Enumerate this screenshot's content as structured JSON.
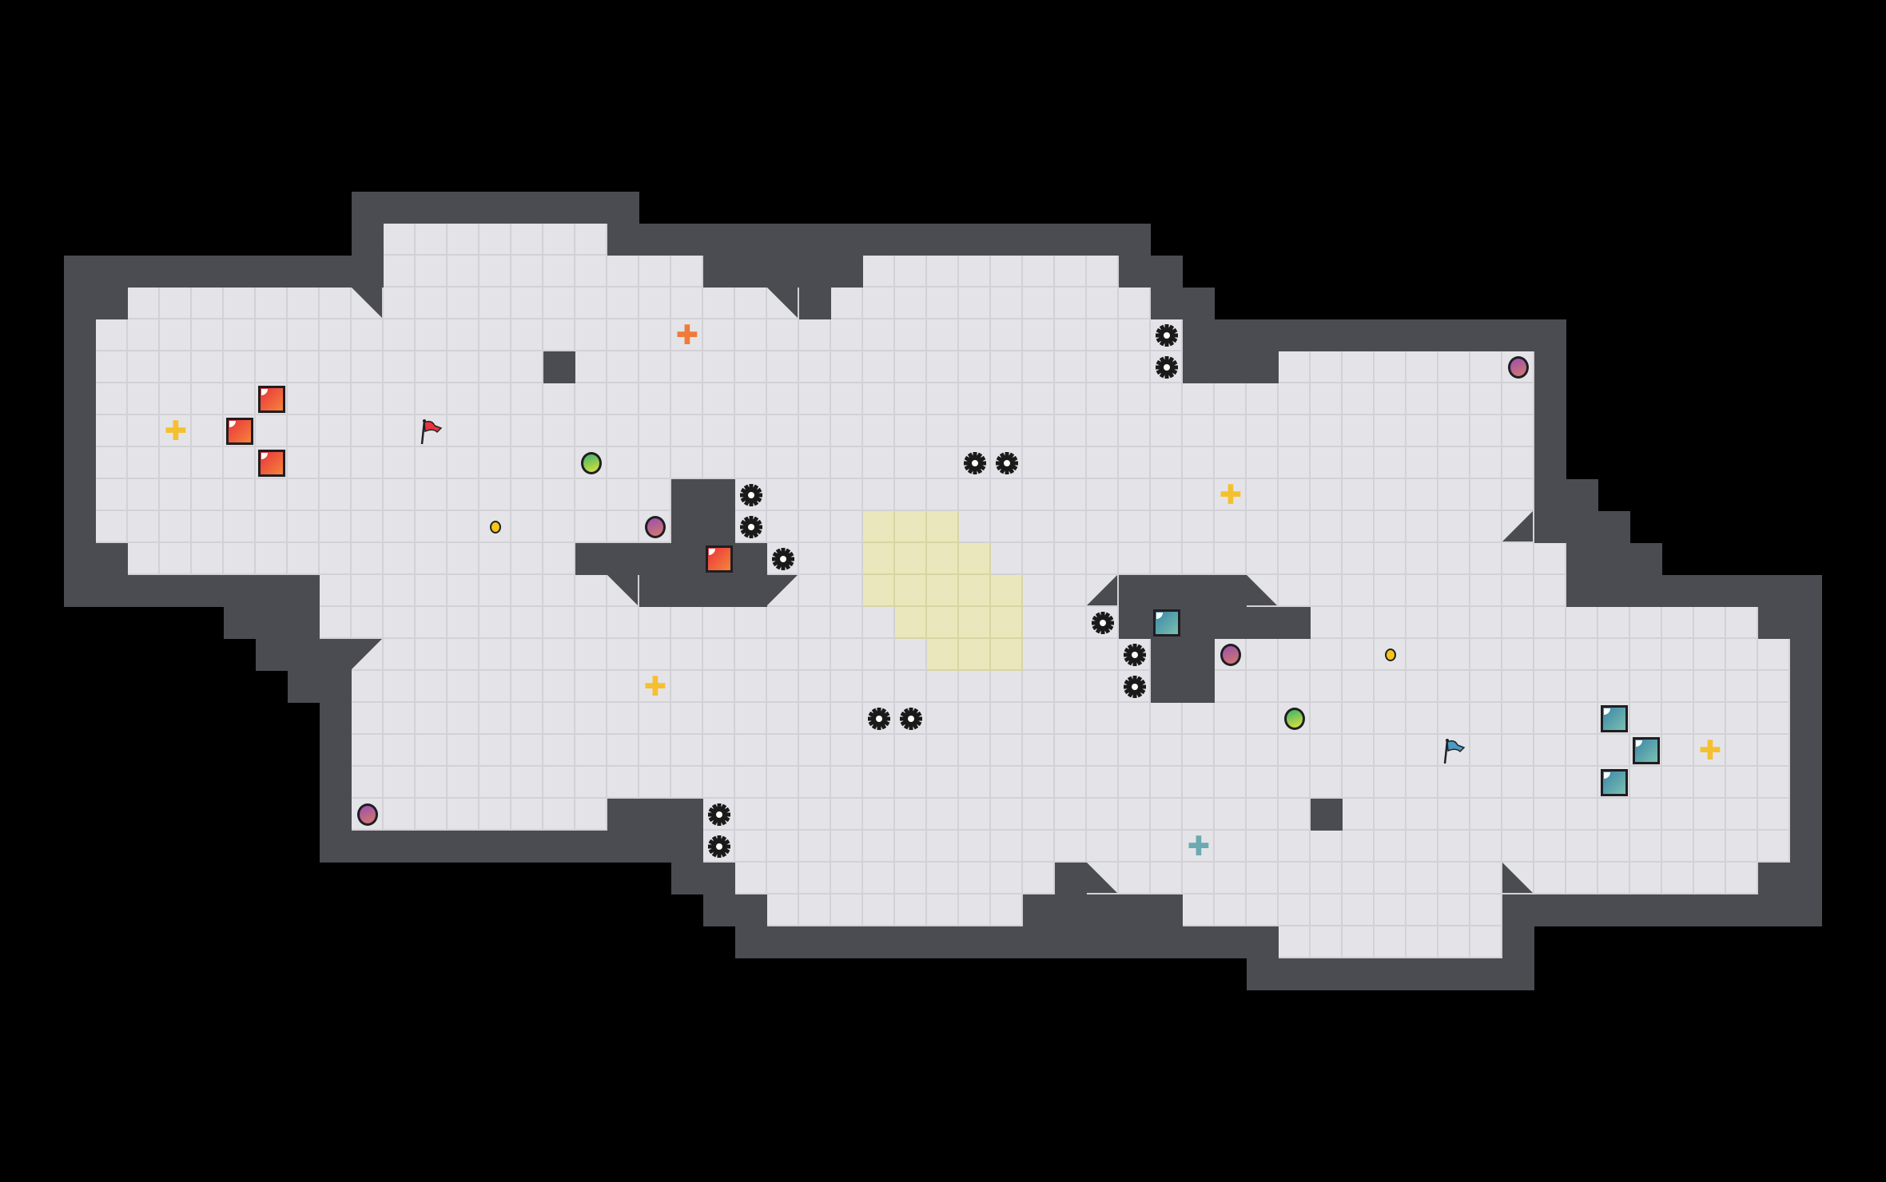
{
  "colors": {
    "wall": "#4b4b52",
    "floor": "#e4e4e8",
    "zone": "#e9e7bb",
    "red": "#e8343c",
    "blue": "#3a86a8",
    "boost_orange": "#f07a3a",
    "boost_yellow": "#f5c030",
    "boost_teal": "#6aaab0"
  },
  "map": {
    "rows": {
      "6": [
        [
          "W",
          11,
          19
        ]
      ],
      "7": [
        [
          "W",
          11,
          11
        ],
        [
          "F",
          12,
          18
        ],
        [
          "W",
          19,
          35
        ]
      ],
      "8": [
        [
          "W",
          2,
          11
        ],
        [
          "F",
          12,
          21
        ],
        [
          "W",
          22,
          26
        ],
        [
          "F",
          27,
          34
        ],
        [
          "W",
          35,
          36
        ]
      ],
      "9": [
        [
          "W",
          2,
          3
        ],
        [
          "F",
          4,
          10
        ],
        [
          "a",
          11,
          11
        ],
        [
          "F",
          12,
          23
        ],
        [
          "a",
          24,
          24
        ],
        [
          "W",
          25,
          25
        ],
        [
          "F",
          26,
          35
        ],
        [
          "W",
          36,
          37
        ]
      ],
      "10": [
        [
          "W",
          2,
          2
        ],
        [
          "F",
          3,
          36
        ],
        [
          "W",
          37,
          48
        ]
      ],
      "11": [
        [
          "W",
          2,
          2
        ],
        [
          "F",
          3,
          16
        ],
        [
          "W",
          17,
          17
        ],
        [
          "F",
          18,
          36
        ],
        [
          "W",
          37,
          39
        ],
        [
          "F",
          40,
          47
        ],
        [
          "W",
          48,
          48
        ]
      ],
      "12": [
        [
          "W",
          2,
          2
        ],
        [
          "F",
          3,
          47
        ],
        [
          "W",
          48,
          48
        ]
      ],
      "13": [
        [
          "W",
          2,
          2
        ],
        [
          "F",
          3,
          47
        ],
        [
          "W",
          48,
          48
        ]
      ],
      "14": [
        [
          "W",
          2,
          2
        ],
        [
          "F",
          3,
          47
        ],
        [
          "W",
          48,
          48
        ]
      ],
      "15": [
        [
          "W",
          2,
          2
        ],
        [
          "F",
          3,
          20
        ],
        [
          "W",
          21,
          22
        ],
        [
          "F",
          23,
          47
        ],
        [
          "W",
          48,
          49
        ]
      ],
      "16": [
        [
          "W",
          2,
          2
        ],
        [
          "F",
          3,
          20
        ],
        [
          "W",
          21,
          22
        ],
        [
          "F",
          23,
          26
        ],
        [
          "Y",
          27,
          29
        ],
        [
          "F",
          30,
          46
        ],
        [
          "b",
          47,
          47
        ],
        [
          "W",
          48,
          50
        ]
      ],
      "17": [
        [
          "W",
          2,
          3
        ],
        [
          "F",
          4,
          17
        ],
        [
          "W",
          18,
          23
        ],
        [
          "F",
          24,
          26
        ],
        [
          "Y",
          27,
          30
        ],
        [
          "F",
          31,
          48
        ],
        [
          "W",
          49,
          51
        ]
      ],
      "18": [
        [
          "W",
          2,
          9
        ],
        [
          "F",
          10,
          18
        ],
        [
          "a",
          19,
          19
        ],
        [
          "W",
          20,
          23
        ],
        [
          "c",
          24,
          24
        ],
        [
          "F",
          25,
          26
        ],
        [
          "Y",
          27,
          31
        ],
        [
          "F",
          32,
          33
        ],
        [
          "b",
          34,
          34
        ],
        [
          "W",
          35,
          38
        ],
        [
          "d",
          39,
          39
        ],
        [
          "F",
          40,
          48
        ],
        [
          "W",
          49,
          56
        ]
      ],
      "19": [
        [
          "W",
          7,
          9
        ],
        [
          "F",
          10,
          27
        ],
        [
          "Y",
          28,
          31
        ],
        [
          "F",
          32,
          34
        ],
        [
          "W",
          35,
          40
        ],
        [
          "F",
          41,
          54
        ],
        [
          "W",
          55,
          56
        ]
      ],
      "20": [
        [
          "W",
          8,
          10
        ],
        [
          "c",
          11,
          11
        ],
        [
          "F",
          12,
          28
        ],
        [
          "Y",
          29,
          31
        ],
        [
          "F",
          32,
          35
        ],
        [
          "W",
          36,
          37
        ],
        [
          "F",
          38,
          55
        ],
        [
          "W",
          56,
          56
        ]
      ],
      "21": [
        [
          "W",
          9,
          10
        ],
        [
          "F",
          11,
          35
        ],
        [
          "W",
          36,
          37
        ],
        [
          "F",
          38,
          55
        ],
        [
          "W",
          56,
          56
        ]
      ],
      "22": [
        [
          "W",
          10,
          10
        ],
        [
          "F",
          11,
          55
        ],
        [
          "W",
          56,
          56
        ]
      ],
      "23": [
        [
          "W",
          10,
          10
        ],
        [
          "F",
          11,
          55
        ],
        [
          "W",
          56,
          56
        ]
      ],
      "24": [
        [
          "W",
          10,
          10
        ],
        [
          "F",
          11,
          55
        ],
        [
          "W",
          56,
          56
        ]
      ],
      "25": [
        [
          "W",
          10,
          10
        ],
        [
          "F",
          11,
          18
        ],
        [
          "W",
          19,
          21
        ],
        [
          "F",
          22,
          40
        ],
        [
          "W",
          41,
          41
        ],
        [
          "F",
          42,
          55
        ],
        [
          "W",
          56,
          56
        ]
      ],
      "26": [
        [
          "W",
          10,
          21
        ],
        [
          "F",
          22,
          55
        ],
        [
          "W",
          56,
          56
        ]
      ],
      "27": [
        [
          "W",
          21,
          22
        ],
        [
          "F",
          23,
          32
        ],
        [
          "W",
          33,
          33
        ],
        [
          "d",
          34,
          34
        ],
        [
          "F",
          35,
          46
        ],
        [
          "d",
          47,
          47
        ],
        [
          "F",
          48,
          54
        ],
        [
          "W",
          55,
          56
        ]
      ],
      "28": [
        [
          "W",
          22,
          23
        ],
        [
          "F",
          24,
          31
        ],
        [
          "W",
          32,
          36
        ],
        [
          "F",
          37,
          46
        ],
        [
          "W",
          47,
          56
        ]
      ],
      "29": [
        [
          "W",
          23,
          39
        ],
        [
          "F",
          40,
          46
        ],
        [
          "W",
          47,
          47
        ]
      ],
      "30": [
        [
          "W",
          39,
          47
        ]
      ]
    },
    "items": [
      {
        "type": "boost",
        "color": "#f07a3a",
        "col": 21,
        "row": 10
      },
      {
        "type": "red-gate-box",
        "col": 8,
        "row": 12
      },
      {
        "type": "red-gate-box",
        "col": 7,
        "row": 13
      },
      {
        "type": "red-gate-box",
        "col": 8,
        "row": 14
      },
      {
        "type": "red-gate-box",
        "col": 22,
        "row": 17
      },
      {
        "type": "boost",
        "color": "#f5c030",
        "col": 5,
        "row": 13
      },
      {
        "type": "red-flag",
        "col": 13,
        "row": 13
      },
      {
        "type": "powerup-green",
        "col": 18,
        "row": 14
      },
      {
        "type": "powerup-green",
        "col": 40,
        "row": 22
      },
      {
        "type": "button",
        "col": 15,
        "row": 16
      },
      {
        "type": "button",
        "col": 43,
        "row": 20
      },
      {
        "type": "bomb",
        "col": 20,
        "row": 16
      },
      {
        "type": "bomb",
        "col": 47,
        "row": 11
      },
      {
        "type": "bomb",
        "col": 38,
        "row": 20
      },
      {
        "type": "bomb",
        "col": 11,
        "row": 25
      },
      {
        "type": "spike",
        "col": 23,
        "row": 15
      },
      {
        "type": "spike",
        "col": 23,
        "row": 16
      },
      {
        "type": "spike",
        "col": 24,
        "row": 17
      },
      {
        "type": "spike",
        "col": 36,
        "row": 10
      },
      {
        "type": "spike",
        "col": 36,
        "row": 11
      },
      {
        "type": "spike",
        "col": 30,
        "row": 14
      },
      {
        "type": "spike",
        "col": 31,
        "row": 14
      },
      {
        "type": "spike",
        "col": 34,
        "row": 19
      },
      {
        "type": "spike",
        "col": 35,
        "row": 20
      },
      {
        "type": "spike",
        "col": 35,
        "row": 21
      },
      {
        "type": "spike",
        "col": 27,
        "row": 22
      },
      {
        "type": "spike",
        "col": 28,
        "row": 22
      },
      {
        "type": "spike",
        "col": 22,
        "row": 25
      },
      {
        "type": "spike",
        "col": 22,
        "row": 26
      },
      {
        "type": "boost",
        "color": "#f5c030",
        "col": 38,
        "row": 15
      },
      {
        "type": "boost",
        "color": "#f5c030",
        "col": 20,
        "row": 21
      },
      {
        "type": "boost",
        "color": "#f5c030",
        "col": 53,
        "row": 23
      },
      {
        "type": "boost",
        "color": "#6aaab0",
        "col": 37,
        "row": 26
      },
      {
        "type": "blue-flag",
        "col": 45,
        "row": 23
      },
      {
        "type": "blue-gate-box",
        "col": 36,
        "row": 19
      },
      {
        "type": "blue-gate-box",
        "col": 50,
        "row": 22
      },
      {
        "type": "blue-gate-box",
        "col": 51,
        "row": 23
      },
      {
        "type": "blue-gate-box",
        "col": 50,
        "row": 24
      }
    ]
  }
}
